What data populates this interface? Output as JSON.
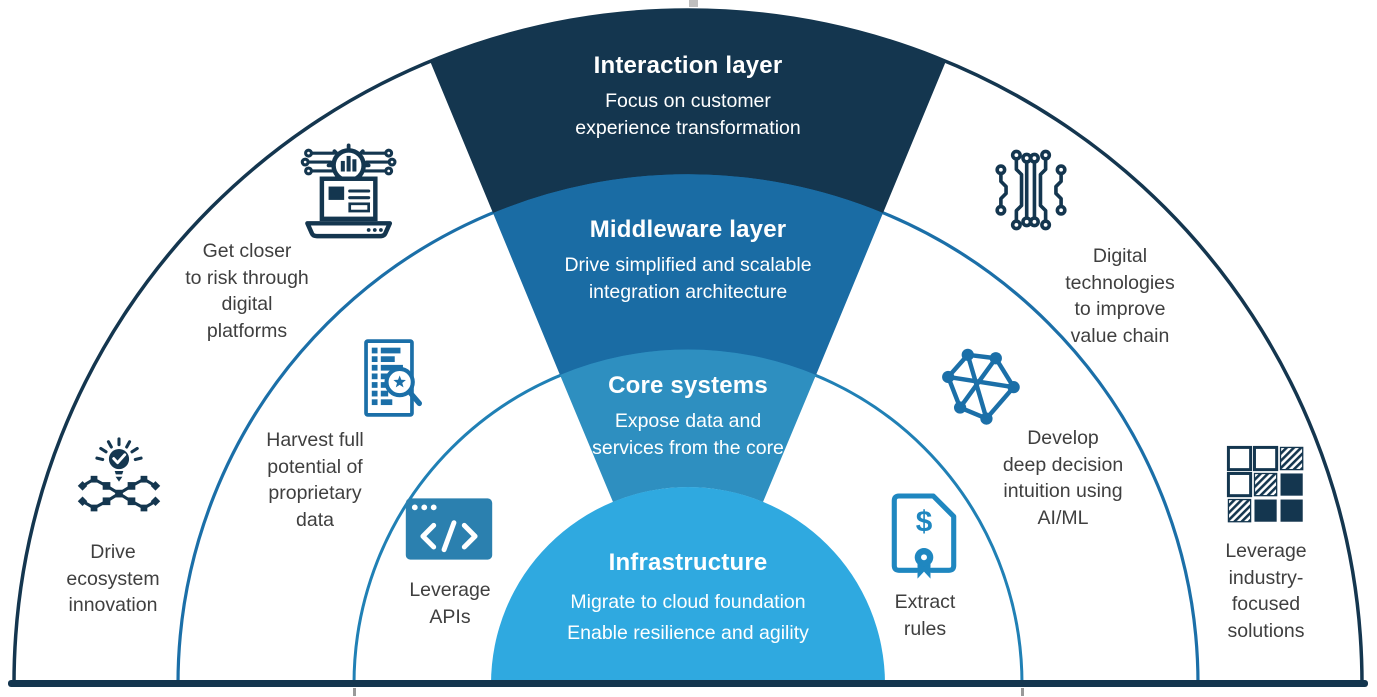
{
  "diagram": {
    "palette": {
      "navy": "#14364F",
      "middleware_blue": "#1A6CA4",
      "core_blue": "#2E8FC0",
      "infrastructure_blue": "#2FA9E0",
      "outer_arc": "#14364F",
      "mid_arc": "#1B6FA8",
      "inner_arc": "#2080B5",
      "api_icon_blue": "#2B80AF",
      "certificate_icon_blue": "#1F87C0",
      "label_gray": "#3F3F3F"
    },
    "layers": [
      {
        "title": "Interaction layer",
        "subtitle": "Focus on customer\nexperience transformation",
        "color": "#14364F"
      },
      {
        "title": "Middleware layer",
        "subtitle": "Drive simplified and scalable\nintegration architecture",
        "color": "#1A6CA4"
      },
      {
        "title": "Core systems",
        "subtitle": "Expose data and\nservices from the core",
        "color": "#2E8FC0"
      },
      {
        "title": "Infrastructure",
        "subtitle": "Migrate to cloud foundation\nEnable resilience and agility",
        "color": "#2FA9E0"
      }
    ],
    "capabilities": [
      {
        "id": "get-closer-risk",
        "icon": "laptop-analytics-icon",
        "label": "Get closer\nto risk through\ndigital\nplatforms"
      },
      {
        "id": "harvest-data",
        "icon": "data-search-icon",
        "label": "Harvest full\npotential of\nproprietary\ndata"
      },
      {
        "id": "leverage-apis",
        "icon": "api-code-window-icon",
        "label": "Leverage\nAPIs"
      },
      {
        "id": "drive-ecosystem",
        "icon": "idea-network-icon",
        "label": "Drive\necosystem\ninnovation"
      },
      {
        "id": "digital-technologies",
        "icon": "circuit-icon",
        "label": "Digital\ntechnologies\nto improve\nvalue chain"
      },
      {
        "id": "develop-ai-ml",
        "icon": "graph-network-icon",
        "label": "Develop\ndeep decision\nintuition using\nAI/ML"
      },
      {
        "id": "extract-rules",
        "icon": "certificate-dollar-icon",
        "label": "Extract\nrules"
      },
      {
        "id": "leverage-industry",
        "icon": "industry-grid-icon",
        "label": "Leverage\nindustry-\nfocused\nsolutions"
      }
    ]
  }
}
